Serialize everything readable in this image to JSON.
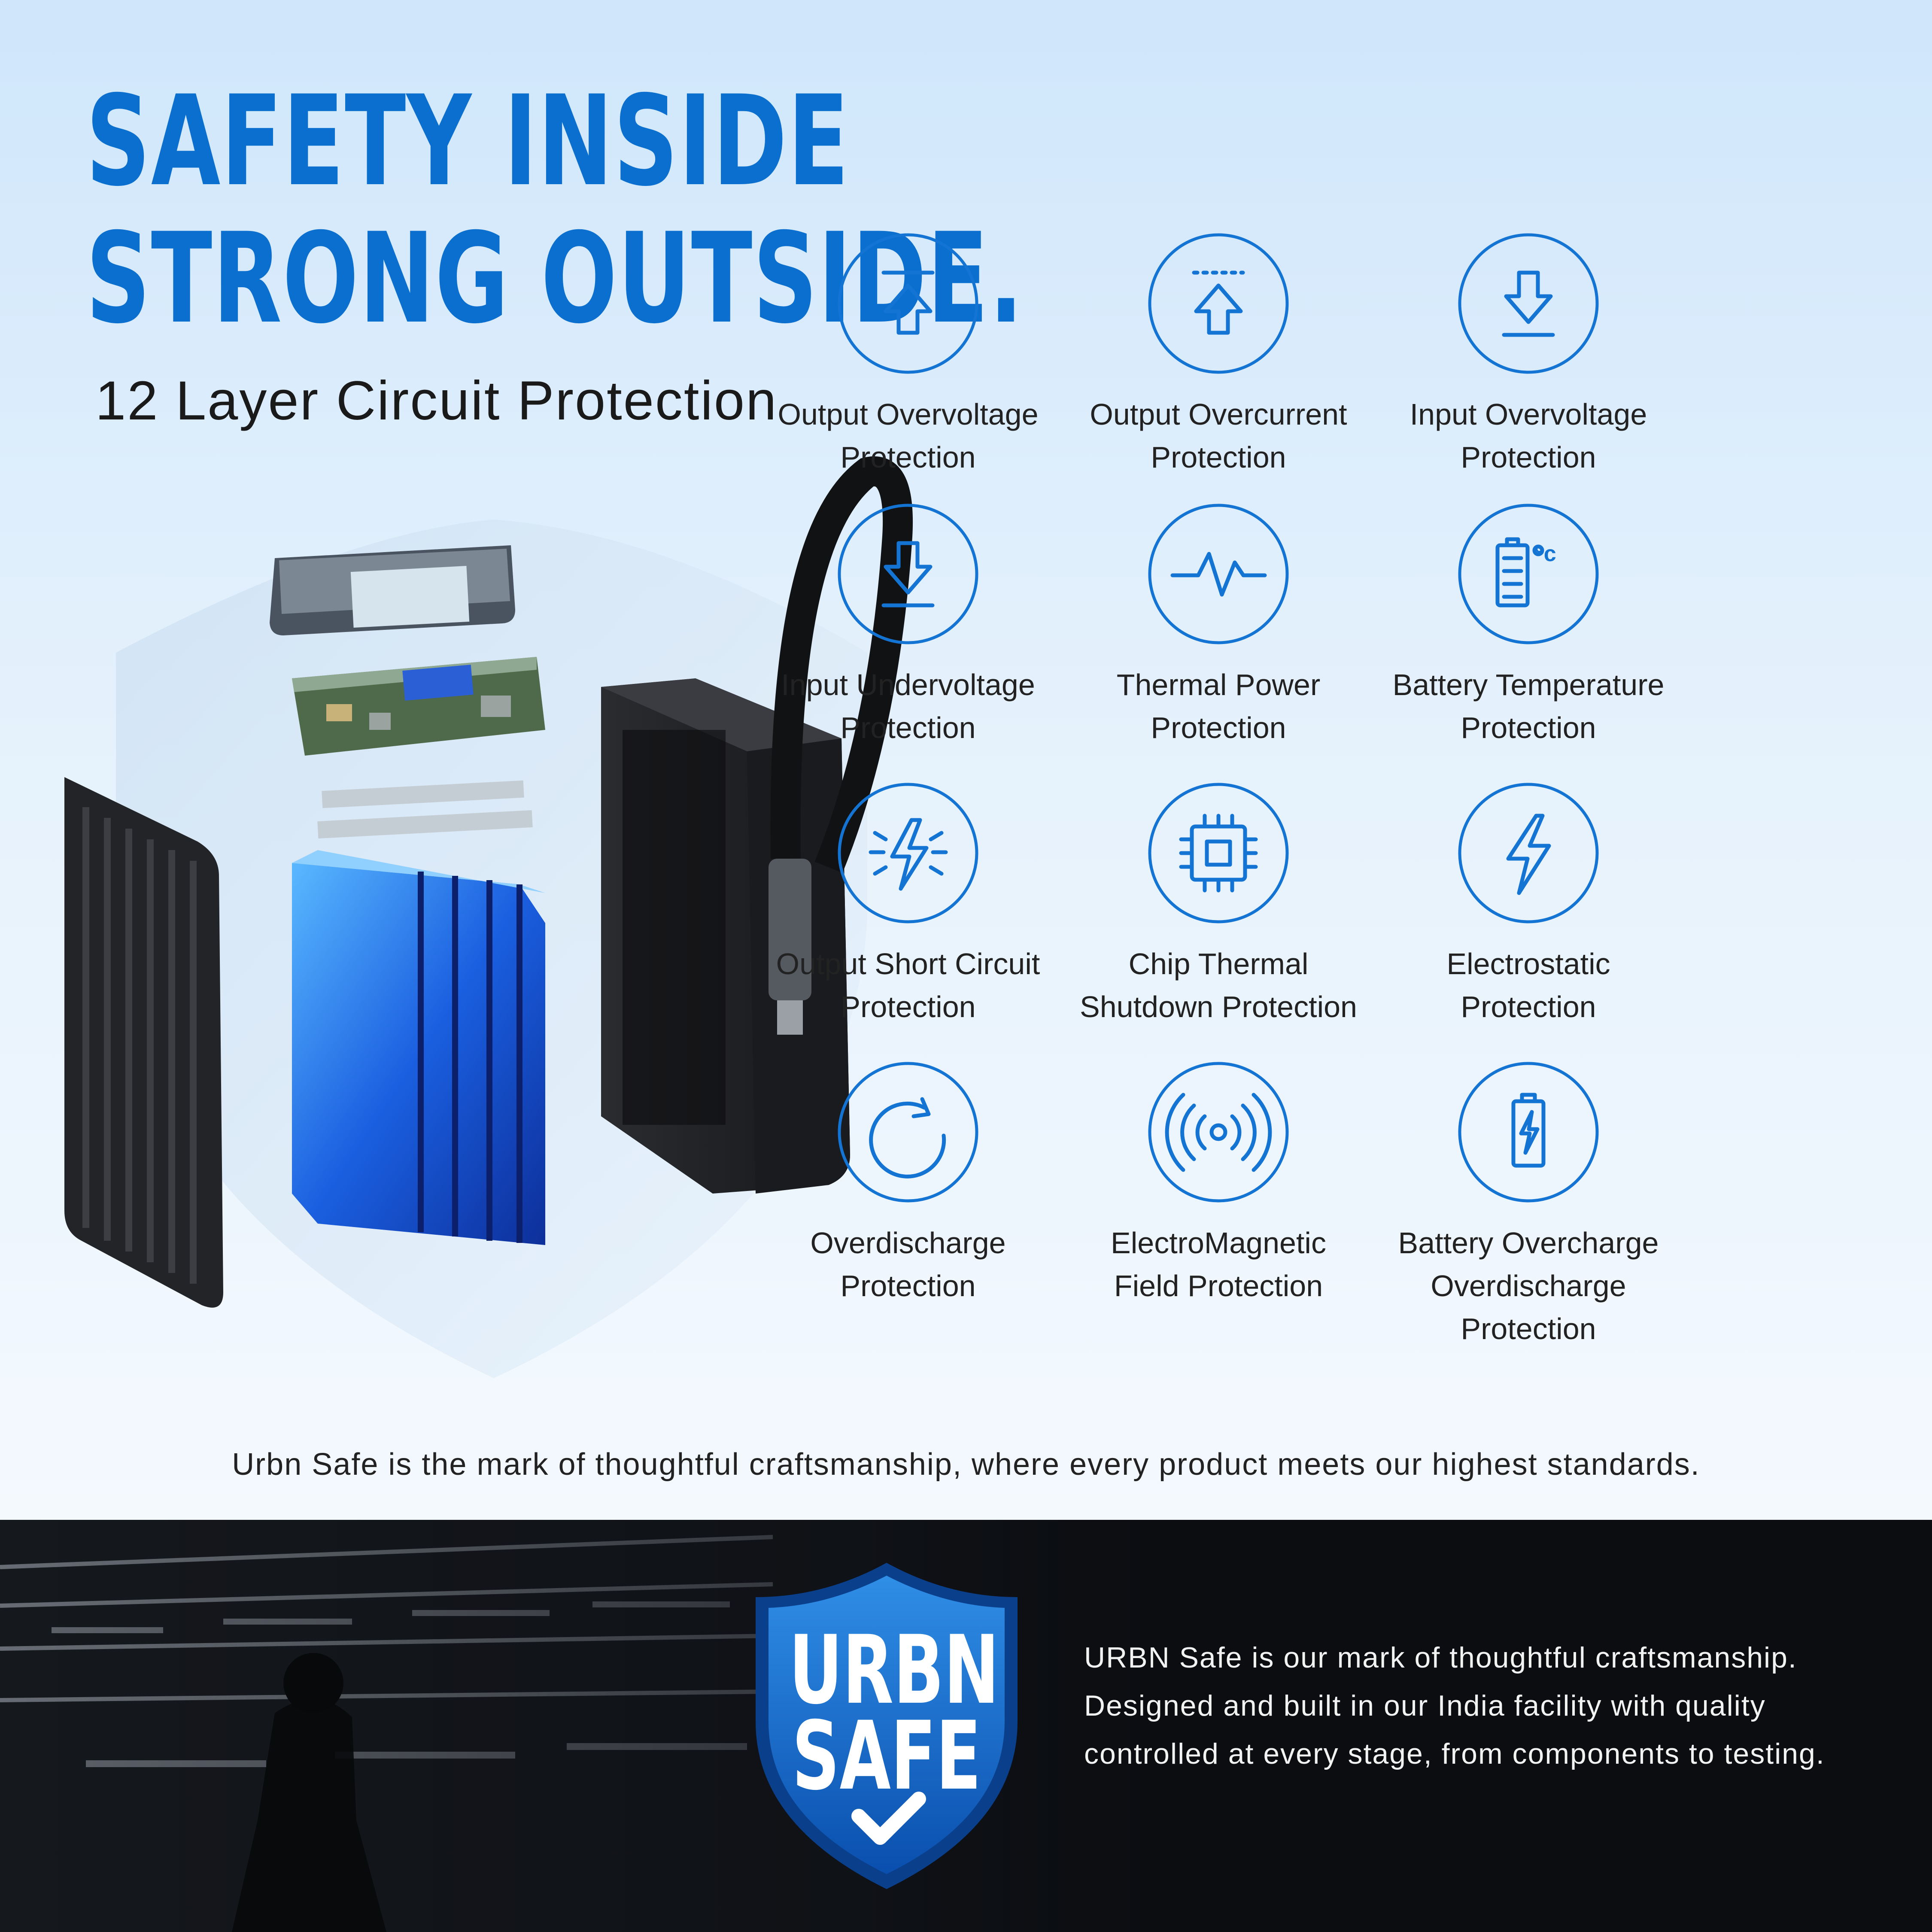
{
  "header": {
    "headline_line1": "SAFETY INSIDE",
    "headline_line2": "STRONG OUTSIDE.",
    "subtitle": "12 Layer Circuit Protection"
  },
  "features": [
    {
      "icon": "output-overvoltage-icon",
      "line1": "Output Overvoltage",
      "line2": "Protection"
    },
    {
      "icon": "output-overcurrent-icon",
      "line1": "Output Overcurrent",
      "line2": "Protection"
    },
    {
      "icon": "input-overvoltage-icon",
      "line1": "Input Overvoltage",
      "line2": "Protection"
    },
    {
      "icon": "input-undervoltage-icon",
      "line1": "Input Undervoltage",
      "line2": "Protection"
    },
    {
      "icon": "thermal-power-icon",
      "line1": "Thermal Power",
      "line2": "Protection"
    },
    {
      "icon": "battery-temperature-icon",
      "line1": "Battery Temperature",
      "line2": "Protection",
      "unit": "°c"
    },
    {
      "icon": "short-circuit-icon",
      "line1": "Output Short Circuit",
      "line2": "Protection"
    },
    {
      "icon": "chip-icon",
      "line1": "Chip Thermal",
      "line2": "Shutdown Protection"
    },
    {
      "icon": "electrostatic-icon",
      "line1": "Electrostatic",
      "line2": "Protection"
    },
    {
      "icon": "overdischarge-icon",
      "line1": "Overdischarge",
      "line2": "Protection"
    },
    {
      "icon": "electromagnetic-icon",
      "line1": "ElectroMagnetic",
      "line2": "Field Protection"
    },
    {
      "icon": "battery-overcharge-icon",
      "line1": "Battery Overcharge",
      "line2": "Overdischarge",
      "line3": "Protection"
    }
  ],
  "tagline": "Urbn Safe is the mark of thoughtful craftsmanship, where every product meets our highest standards.",
  "badge": {
    "line1": "URBN",
    "line2": "SAFE"
  },
  "description": {
    "line1": "URBN Safe is our mark of thoughtful craftsmanship.",
    "line2": "Designed and built in our India facility with quality",
    "line3": "controlled at every stage, from components to testing."
  },
  "colors": {
    "accent": "#0a6fcf",
    "icon_stroke": "#1474d4",
    "dark": "#0b0d11"
  }
}
